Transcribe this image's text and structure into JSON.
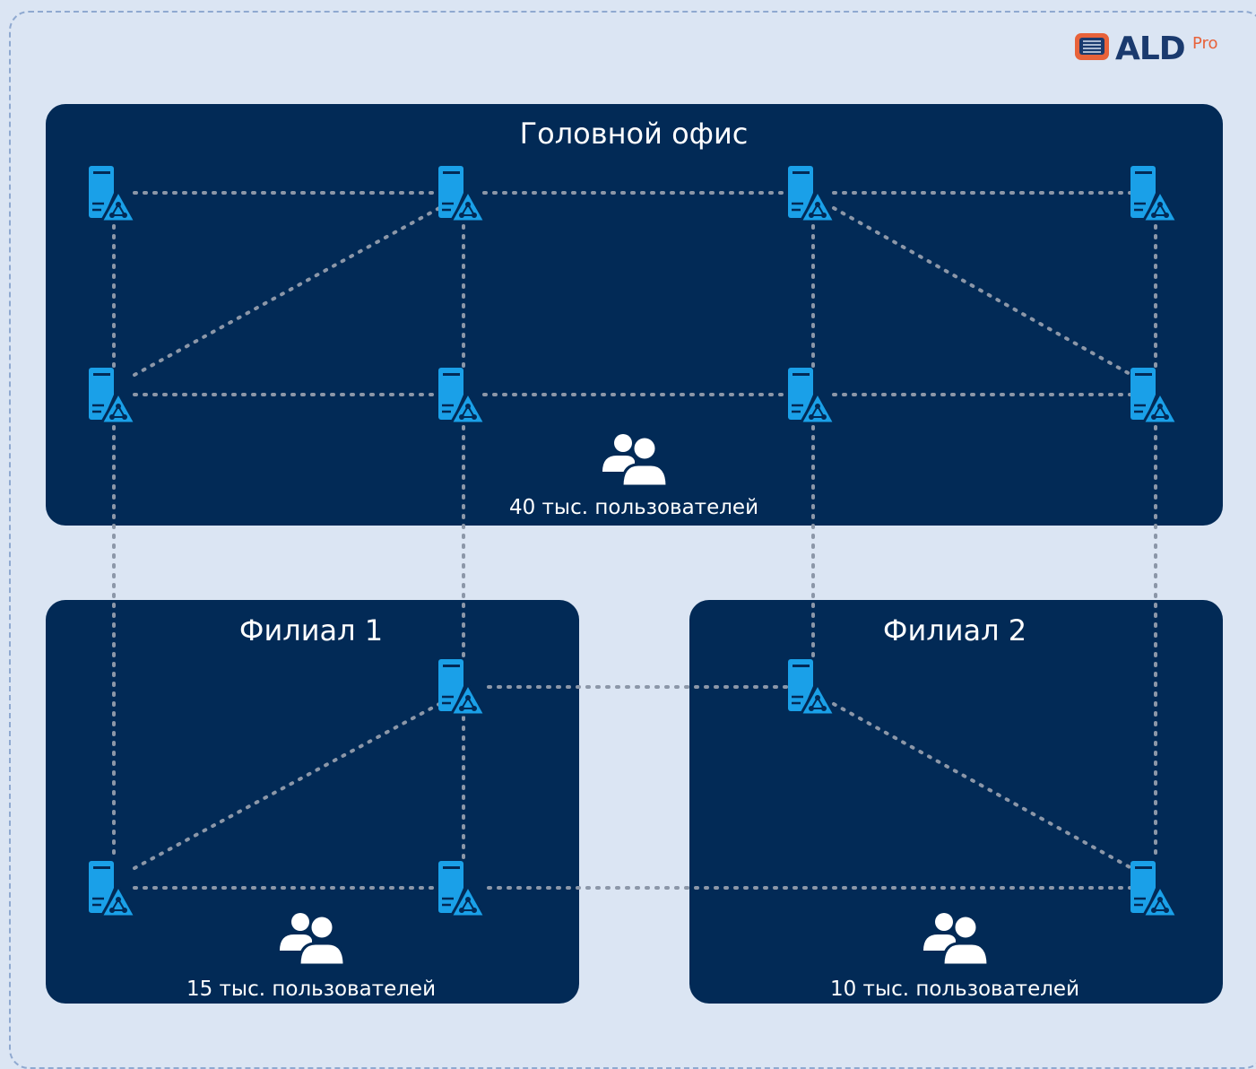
{
  "logo": {
    "text": "ALD",
    "superscript": "Pro"
  },
  "offices": {
    "head": {
      "title": "Головной офис",
      "users": "40 тыс. пользователей"
    },
    "branch1": {
      "title": "Филиал 1",
      "users": "15 тыс. пользователей"
    },
    "branch2": {
      "title": "Филиал 2",
      "users": "10 тыс. пользователей"
    }
  },
  "colors": {
    "background": "#dbe5f3",
    "panel": "#022a56",
    "server": "#1aa0e8",
    "link": "#8c97a8",
    "logo_text": "#1a3a6e",
    "logo_accent": "#e8623a"
  },
  "icons": {
    "server": "server-domain-controller-icon",
    "users": "users-group-icon"
  }
}
